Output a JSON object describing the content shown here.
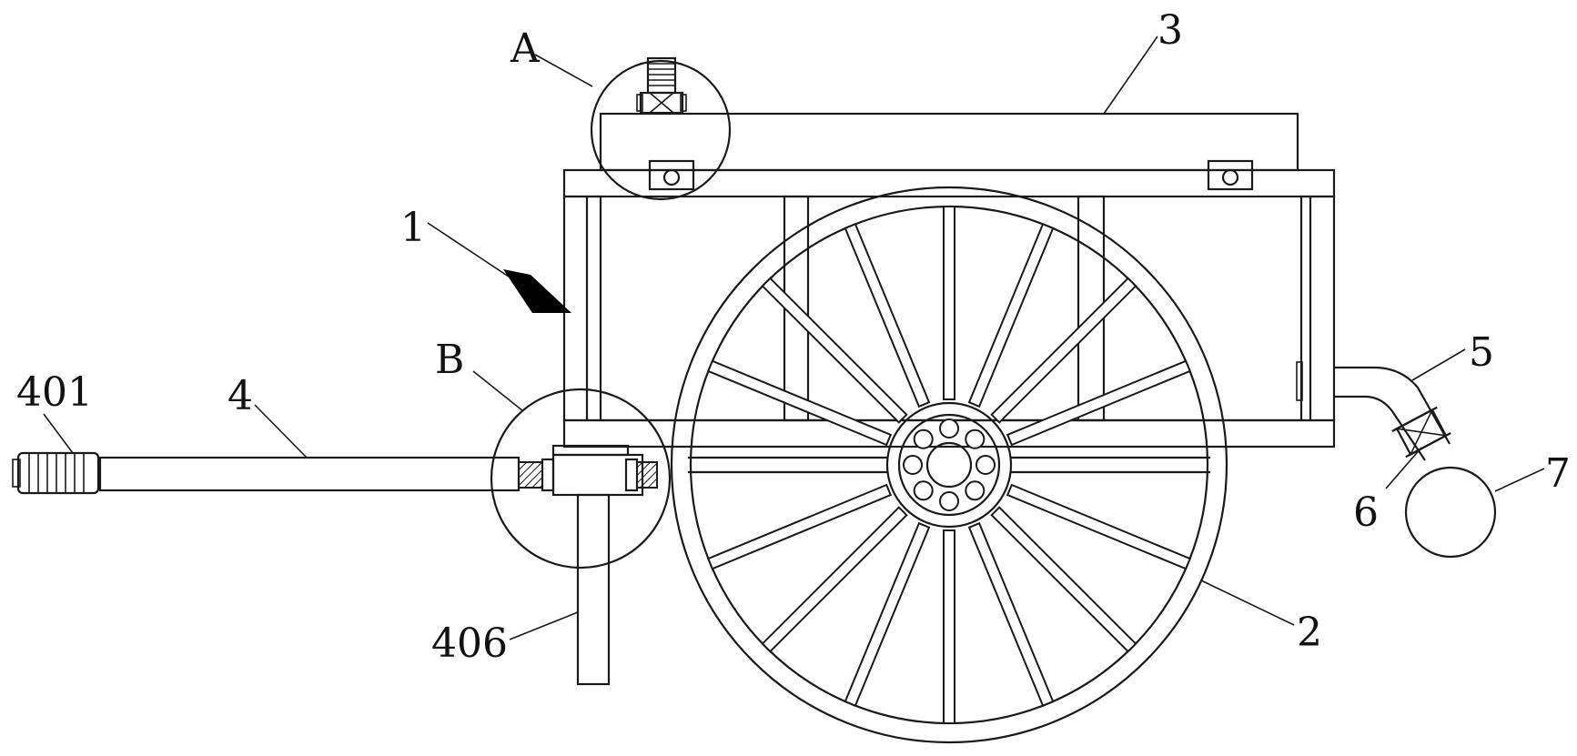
{
  "figure": {
    "labels": {
      "A": "A",
      "B": "B",
      "one": "1",
      "two": "2",
      "three": "3",
      "four": "4",
      "five": "5",
      "six": "6",
      "seven": "7",
      "four01": "401",
      "four06": "406"
    }
  }
}
